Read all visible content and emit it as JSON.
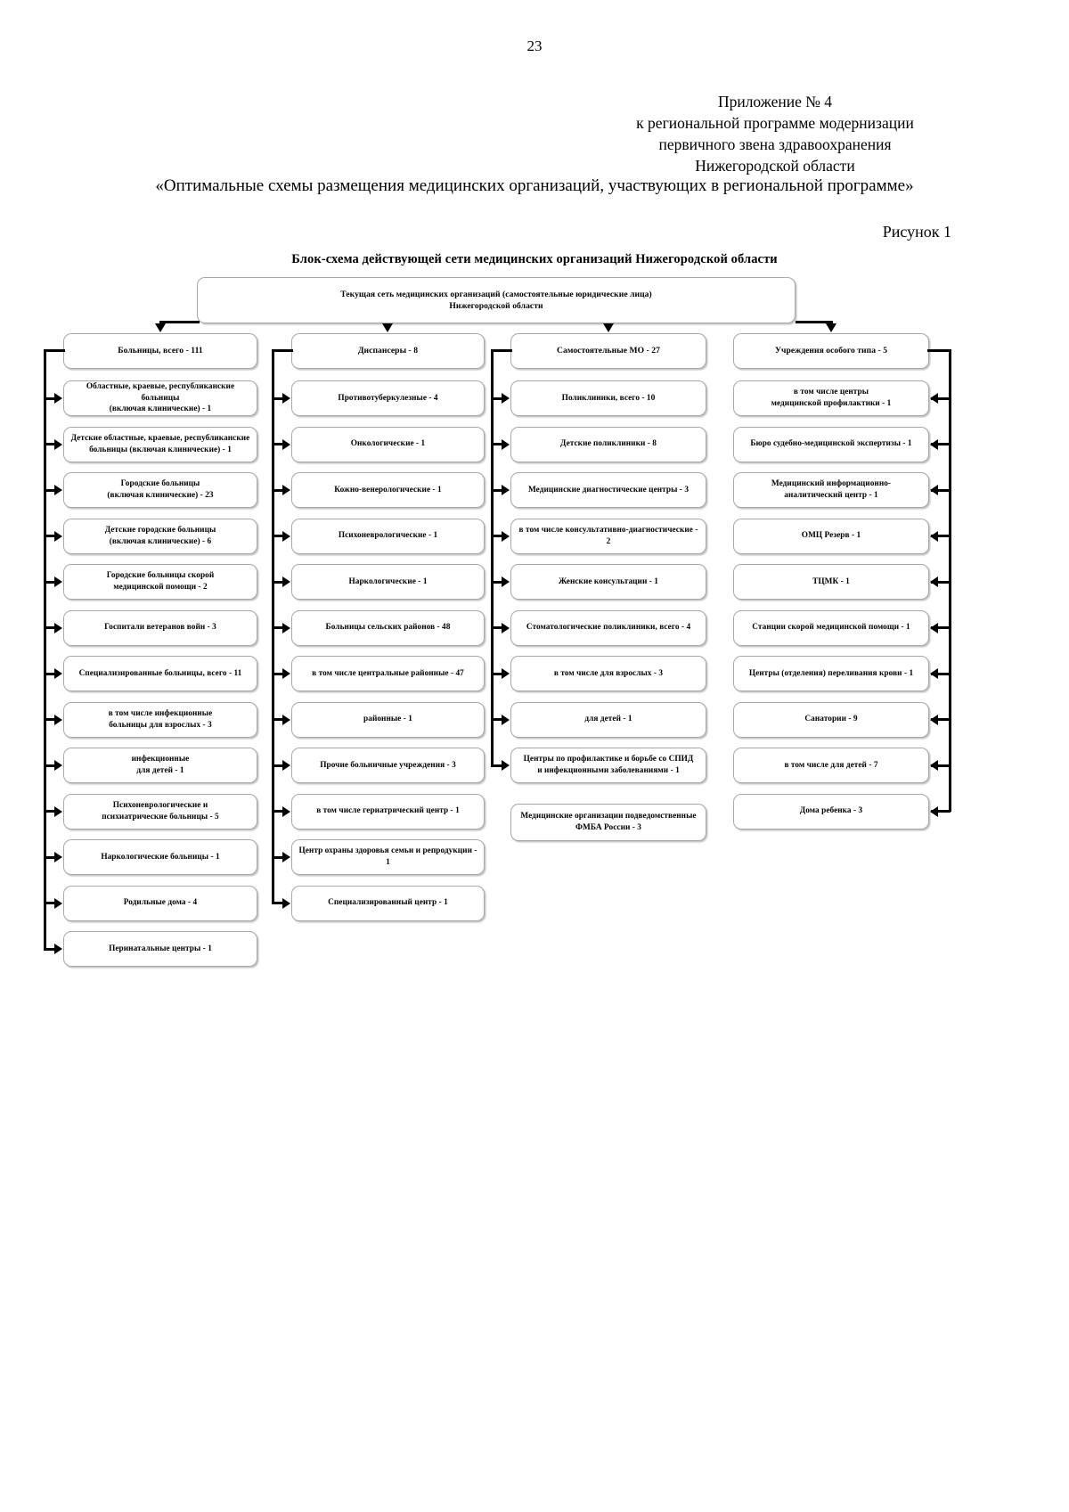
{
  "page": {
    "number": "23",
    "appendix_lines": [
      "Приложение № 4",
      "к региональной программе модернизации",
      "первичного звена здравоохранения",
      "Нижегородской области"
    ],
    "doc_title": "«Оптимальные схемы размещения медицинских организаций, участвующих в региональной программе»",
    "figure_label": "Рисунок 1",
    "chart_title": "Блок-схема действующей сети медицинских организаций Нижегородской области"
  },
  "diagram": {
    "root": {
      "line1": "Текущая сеть медицинских организаций (самостоятельные юридические лица)",
      "line2": "Нижегородской области"
    },
    "columns": [
      {
        "id": "hospitals",
        "head": "Больницы, всего - 111",
        "items": [
          {
            "line1": "Областные, краевые, республиканские больницы",
            "line2": "(включая клинические) - 1"
          },
          {
            "line1": "Детские областные, краевые, республиканские",
            "line2": "больницы (включая клинические) - 1"
          },
          {
            "line1": "Городские больницы",
            "line2": "(включая клинические) - 23"
          },
          {
            "line1": "Детские городские больницы",
            "line2": "(включая клинические) - 6"
          },
          {
            "line1": "Городские больницы скорой",
            "line2": "медицинской помощи - 2"
          },
          {
            "line1": "Госпитали ветеранов войн - 3",
            "line2": ""
          },
          {
            "line1": "Специализированные больницы, всего - 11",
            "line2": ""
          },
          {
            "line1": "в том числе инфекционные",
            "line2": "больницы для взрослых - 3"
          },
          {
            "line1": "инфекционные",
            "line2": "для детей - 1"
          },
          {
            "line1": "Психоневрологические и",
            "line2": "психиатрические больницы - 5"
          },
          {
            "line1": "Наркологические больницы - 1",
            "line2": ""
          },
          {
            "line1": "Родильные дома - 4",
            "line2": ""
          },
          {
            "line1": "Перинатальные центры - 1",
            "line2": ""
          }
        ]
      },
      {
        "id": "dispensaries",
        "head": "Диспансеры - 8",
        "items": [
          {
            "line1": "Противотуберкулезные - 4",
            "line2": ""
          },
          {
            "line1": "Онкологические - 1",
            "line2": ""
          },
          {
            "line1": "Кожно-венерологические - 1",
            "line2": ""
          },
          {
            "line1": "Психоневрологические - 1",
            "line2": ""
          },
          {
            "line1": "Наркологические - 1",
            "line2": ""
          },
          {
            "line1": "Больницы сельских районов - 48",
            "line2": ""
          },
          {
            "line1": "в том числе центральные районные - 47",
            "line2": ""
          },
          {
            "line1": "районные - 1",
            "line2": ""
          },
          {
            "line1": "Прочие больничные учреждения - 3",
            "line2": ""
          },
          {
            "line1": "в том числе гериатрический центр - 1",
            "line2": ""
          },
          {
            "line1": "Центр охраны здоровья семьи и репродукции - 1",
            "line2": ""
          },
          {
            "line1": "Специализированный центр - 1",
            "line2": ""
          }
        ]
      },
      {
        "id": "independent-mo",
        "head": "Самостоятельные МО - 27",
        "items": [
          {
            "line1": "Поликлиники, всего - 10",
            "line2": ""
          },
          {
            "line1": "Детские поликлиники - 8",
            "line2": ""
          },
          {
            "line1": "Медицинские диагностические центры - 3",
            "line2": ""
          },
          {
            "line1": "в том числе консультативно-диагностические - 2",
            "line2": ""
          },
          {
            "line1": "Женские консультации - 1",
            "line2": ""
          },
          {
            "line1": "Стоматологические поликлиники, всего - 4",
            "line2": ""
          },
          {
            "line1": "в том числе для взрослых - 3",
            "line2": ""
          },
          {
            "line1": "для детей - 1",
            "line2": ""
          },
          {
            "line1": "Центры по профилактике и борьбе со СПИД",
            "line2": "и инфекционными заболеваниями - 1"
          }
        ],
        "detached": {
          "line1": "Медицинские организации подведомственные",
          "line2": "ФМБА России - 3"
        }
      },
      {
        "id": "special-type",
        "head": "Учреждения особого типа - 5",
        "items": [
          {
            "line1": "в том числе центры",
            "line2": "медицинской профилактики  - 1"
          },
          {
            "line1": "Бюро судебно-медицинской экспертизы - 1",
            "line2": ""
          },
          {
            "line1": "Медицинский информационно-",
            "line2": "аналитический центр - 1"
          },
          {
            "line1": "ОМЦ Резерв - 1",
            "line2": ""
          },
          {
            "line1": "ТЦМК - 1",
            "line2": ""
          },
          {
            "line1": "Станции скорой медицинской помощи - 1",
            "line2": ""
          },
          {
            "line1": "Центры (отделения) переливания крови - 1",
            "line2": ""
          },
          {
            "line1": "Санатории - 9",
            "line2": ""
          },
          {
            "line1": "в том числе для детей - 7",
            "line2": ""
          },
          {
            "line1": "Дома ребенка - 3",
            "line2": ""
          }
        ]
      }
    ]
  },
  "colors": {
    "page_bg": "#ffffff",
    "text": "#000000",
    "node_border": "#a9a9a9",
    "connector": "#000000"
  }
}
